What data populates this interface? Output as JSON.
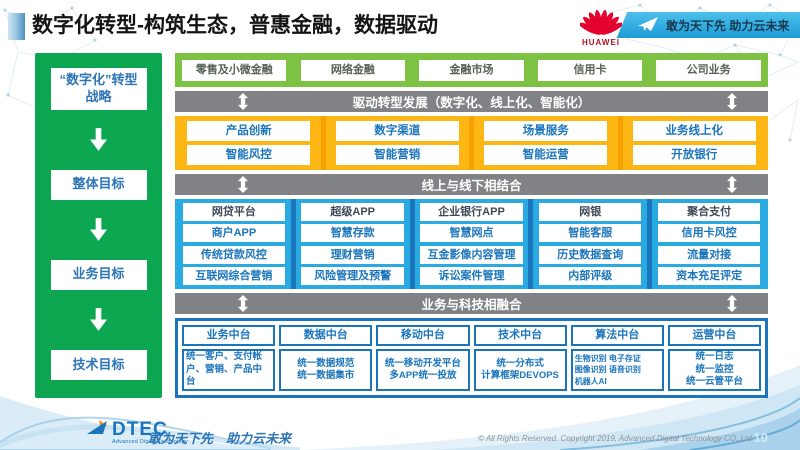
{
  "header": {
    "title": "数字化转型-构筑生态，普惠金融，数据驱动",
    "huawei_wordmark": "HUAWEI",
    "banner_slogan": "敢为天下先 助力云未来"
  },
  "sidebar": {
    "strategy": "“数字化”转型战略",
    "goals": [
      "整体目标",
      "业务目标",
      "技术目标"
    ]
  },
  "main": {
    "business_lines": [
      "零售及小微金融",
      "网络金融",
      "金融市场",
      "信用卡",
      "公司业务"
    ],
    "banner_drive": "驱动转型发展（数字化、线上化、智能化）",
    "capabilities": {
      "rows": [
        [
          "产品创新",
          "数字渠道",
          "场景服务",
          "业务线上化"
        ],
        [
          "智能风控",
          "智能营销",
          "智能运营",
          "开放银行"
        ]
      ]
    },
    "banner_online": "线上与线下相结合",
    "solutions": {
      "rows": [
        [
          "网贷平台",
          "超级APP",
          "企业银行APP",
          "网银",
          "聚合支付"
        ],
        [
          "商户APP",
          "智慧存款",
          "智慧网点",
          "智能客服",
          "信用卡风控"
        ],
        [
          "传统贷款风控",
          "理财营销",
          "互金影像内容管理",
          "历史数据查询",
          "流量对接"
        ],
        [
          "互联网综合营销",
          "风险管理及预警",
          "诉讼案件管理",
          "内部评级",
          "资本充足评定"
        ]
      ]
    },
    "banner_tech": "业务与科技相融合",
    "platforms": {
      "cols": [
        {
          "name": "业务中台",
          "items": [
            "统一客户、支付帐户、营销、产品中台"
          ]
        },
        {
          "name": "数据中台",
          "items": [
            "统一数据规范",
            "统一数据集市"
          ]
        },
        {
          "name": "移动中台",
          "items": [
            "统一移动开发平台",
            "多APP统一投放"
          ]
        },
        {
          "name": "技术中台",
          "items": [
            "统一分布式",
            "计算框架DEVOPS"
          ]
        },
        {
          "name": "算法中台",
          "items": [
            "生物识别 电子存证",
            "图像识别 语音识别",
            "机器人AI"
          ]
        },
        {
          "name": "运营中台",
          "items": [
            "统一日志",
            "统一监控",
            "统一云管平台"
          ]
        }
      ]
    }
  },
  "footer": {
    "logo": "DTEC",
    "logo_sub": "Advanced Digital Technology",
    "slogan": "敢为天下先　助力云未来",
    "copyright": "© All Rights Reserved. Copyright 2019, Advanced Digital Technology CO.,Ltd",
    "page_number": "10"
  },
  "colors": {
    "sidebar_green": "#0ca750",
    "row_green": "#7dc242",
    "banner_gray": "#808285",
    "section_yellow": "#fdb714",
    "section_blue": "#29abe2",
    "accent_blue": "#1b75bc",
    "huawei_red": "#e4032e"
  }
}
